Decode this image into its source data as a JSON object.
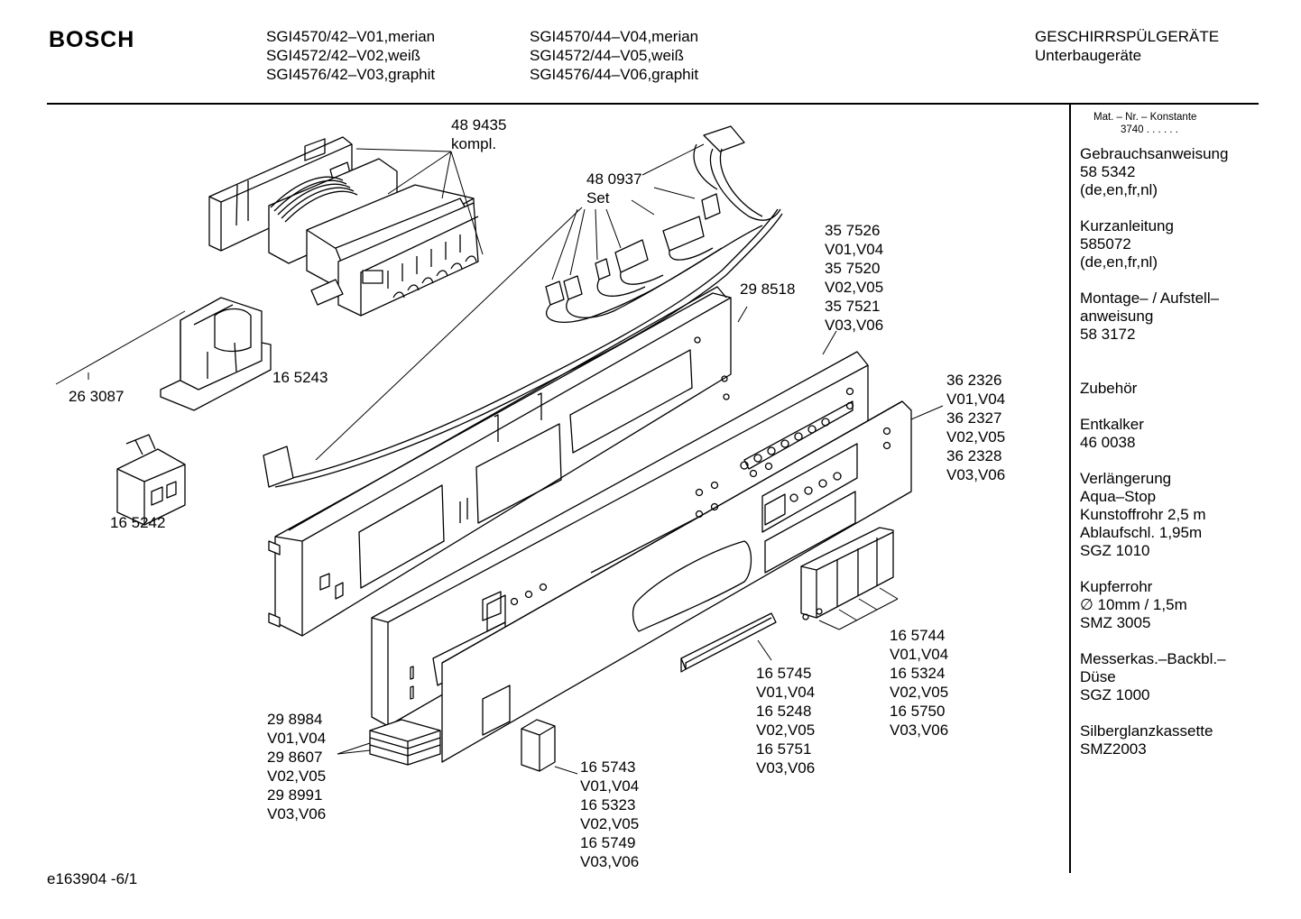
{
  "header": {
    "brand": "BOSCH",
    "models_col1": [
      "SGI4570/42–V01,merian",
      "SGI4572/42–V02,weiß",
      "SGI4576/42–V03,graphit"
    ],
    "models_col2": [
      "SGI4570/44–V04,merian",
      "SGI4572/44–V05,weiß",
      "SGI4576/44–V06,graphit"
    ],
    "category": "GESCHIRRSPÜLGERÄTE",
    "subcategory": "Unterbaugeräte"
  },
  "constant": {
    "label": "Mat. – Nr. – Konstante",
    "value": "3740 . .  . . . ."
  },
  "sidebar": [
    {
      "lines": [
        "Gebrauchsanweisung",
        "58 5342",
        "(de,en,fr,nl)"
      ]
    },
    {
      "lines": [
        "Kurzanleitung",
        "585072",
        "(de,en,fr,nl)"
      ]
    },
    {
      "lines": [
        "Montage– / Aufstell–",
        "anweisung",
        "58 3172"
      ]
    },
    {
      "lines": [
        "Zubehör"
      ]
    },
    {
      "lines": [
        "Entkalker",
        "46 0038"
      ]
    },
    {
      "lines": [
        "Verlängerung",
        "Aqua–Stop",
        "Kunstoffrohr 2,5 m",
        "Ablaufschl. 1,95m",
        "SGZ 1010"
      ]
    },
    {
      "lines": [
        "Kupferrohr",
        "∅ 10mm / 1,5m",
        "SMZ 3005"
      ]
    },
    {
      "lines": [
        "Messerkas.–Backbl.–",
        "Düse",
        "SGZ 1000"
      ]
    },
    {
      "lines": [
        "Silberglanzkassette",
        "SMZ2003"
      ]
    }
  ],
  "parts": {
    "p489435": [
      "48 9435",
      "kompl."
    ],
    "p480937": [
      "48 0937",
      "Set"
    ],
    "p357526": [
      "35 7526",
      "V01,V04",
      "35 7520",
      "V02,V05",
      "35 7521",
      "V03,V06"
    ],
    "p298518": [
      "29 8518"
    ],
    "p165243": [
      "16 5243"
    ],
    "p263087": [
      "26 3087"
    ],
    "p165242": [
      "16 5242"
    ],
    "p362326": [
      "36 2326",
      "V01,V04",
      "36 2327",
      "V02,V05",
      "36 2328",
      "V03,V06"
    ],
    "p165744": [
      "16 5744",
      "V01,V04",
      "16 5324",
      "V02,V05",
      "16 5750",
      "V03,V06"
    ],
    "p165745": [
      "16 5745",
      "V01,V04",
      "16 5248",
      "V02,V05",
      "16 5751",
      "V03,V06"
    ],
    "p298984": [
      "29 8984",
      "V01,V04",
      "29 8607",
      "V02,V05",
      "29 8991",
      "V03,V06"
    ],
    "p165743": [
      "16 5743",
      "V01,V04",
      "16 5323",
      "V02,V05",
      "16 5749",
      "V03,V06"
    ]
  },
  "footer": {
    "code": "e163904 -6/1"
  }
}
